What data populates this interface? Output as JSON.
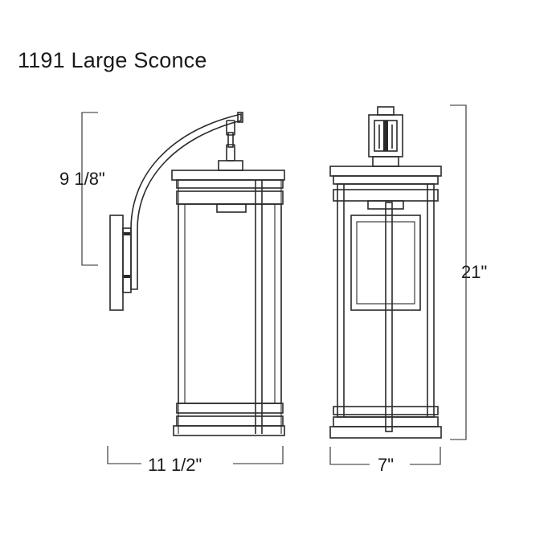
{
  "title": "1191 Large Sconce",
  "dimensions": {
    "arm_height": "9 1/8\"",
    "depth": "11 1/2\"",
    "width": "7\"",
    "height": "21\""
  },
  "icons": [
    "sconce-side-view-drawing",
    "sconce-front-view-drawing"
  ]
}
